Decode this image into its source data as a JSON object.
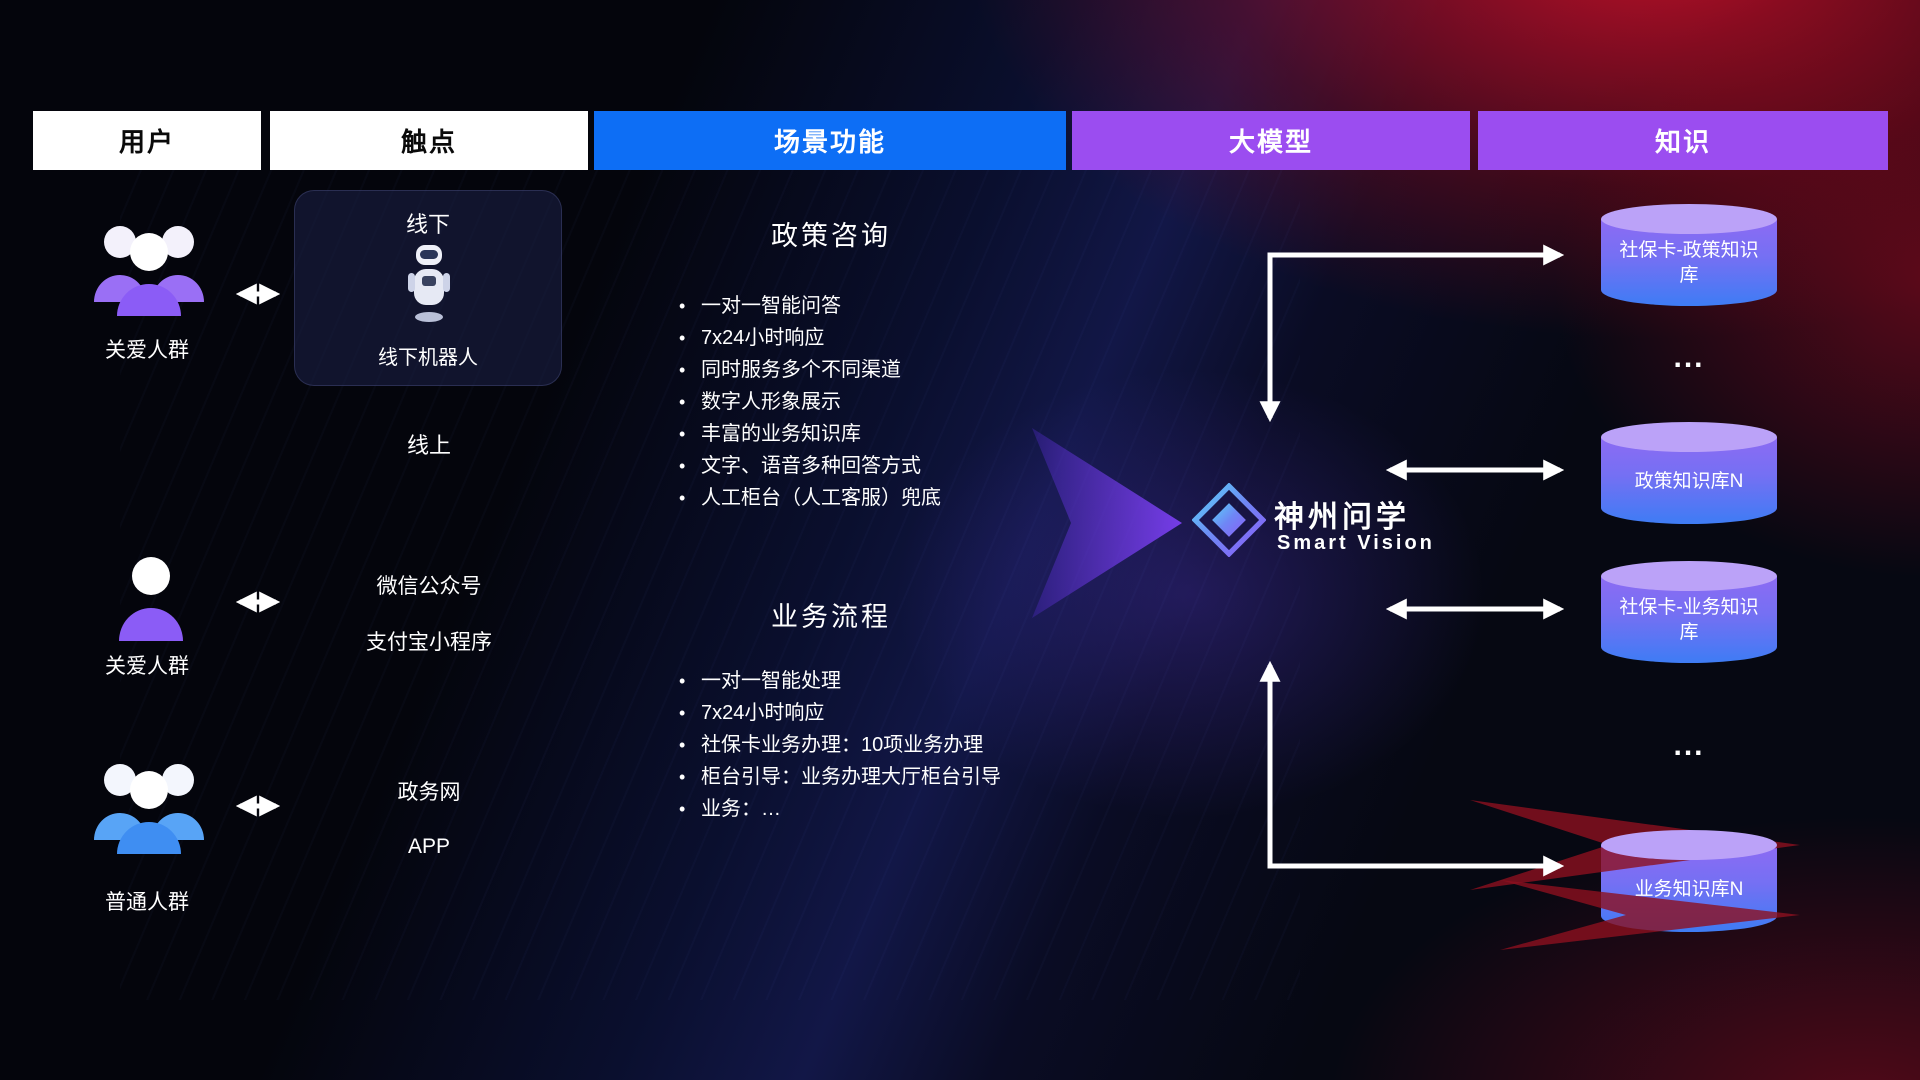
{
  "columns": [
    {
      "label": "用户"
    },
    {
      "label": "触点"
    },
    {
      "label": "场景功能"
    },
    {
      "label": "大模型"
    },
    {
      "label": "知识"
    }
  ],
  "users": [
    {
      "label": "关爱人群",
      "icon": "group-people-purple-icon"
    },
    {
      "label": "关爱人群",
      "icon": "single-person-purple-icon"
    },
    {
      "label": "普通人群",
      "icon": "group-people-blue-icon"
    }
  ],
  "touchpoints": {
    "offline": {
      "title": "线下",
      "caption": "线下机器人",
      "icon": "robot-icon"
    },
    "online_label": "线上",
    "items": [
      "微信公众号",
      "支付宝小程序",
      "政务网",
      "APP"
    ]
  },
  "scenes": [
    {
      "title": "政策咨询",
      "bullets": [
        "一对一智能问答",
        "7x24小时响应",
        "同时服务多个不同渠道",
        "数字人形象展示",
        "丰富的业务知识库",
        "文字、语音多种回答方式",
        "人工柜台（人工客服）兜底"
      ]
    },
    {
      "title": "业务流程",
      "bullets": [
        "一对一智能处理",
        "7x24小时响应",
        "社保卡业务办理：10项业务办理",
        "柜台引导：业务办理大厅柜台引导",
        "业务：…"
      ]
    }
  ],
  "model": {
    "name": "神州问学",
    "subtitle": "Smart Vision",
    "icon": "diamond-logo-icon"
  },
  "knowledge": {
    "dbs": [
      "社保卡-政策知识库",
      "政策知识库N",
      "社保卡-业务知识库",
      "业务知识库N"
    ],
    "ellipsis_top": "...",
    "ellipsis_bottom": "..."
  },
  "colors": {
    "header_blue": "#0d6ef5",
    "header_purple": "#9b4df0",
    "cylinder_top": "#bba2f8",
    "cylinder_body_top": "#8d6bf3",
    "cylinder_body_bottom": "#3e7cf4",
    "background_red": "#c01028",
    "arrow_white": "#ffffff",
    "big_arrow_purple": "#7a3ff0"
  }
}
